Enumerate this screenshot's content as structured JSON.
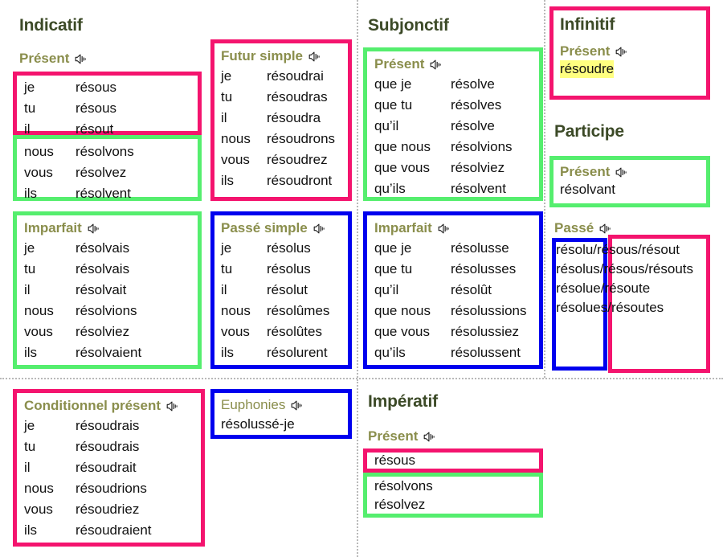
{
  "verb": "résoudre",
  "icon": "speaker-icon",
  "colors": {
    "pink": "#f4146e",
    "green": "#55ee6e",
    "blue": "#0000ee",
    "mood_title": "#3c4a27",
    "tense_heading": "#8a8e4c",
    "highlight": "#ffff80"
  },
  "moods": {
    "indicatif": {
      "title": "Indicatif",
      "present": {
        "label": "Présent",
        "singular": [
          {
            "pronoun": "je",
            "form": "résous"
          },
          {
            "pronoun": "tu",
            "form": "résous"
          },
          {
            "pronoun": "il",
            "form": "résout"
          }
        ],
        "plural": [
          {
            "pronoun": "nous",
            "form": "résolvons"
          },
          {
            "pronoun": "vous",
            "form": "résolvez"
          },
          {
            "pronoun": "ils",
            "form": "résolvent"
          }
        ]
      },
      "imparfait": {
        "label": "Imparfait",
        "rows": [
          {
            "pronoun": "je",
            "form": "résolvais"
          },
          {
            "pronoun": "tu",
            "form": "résolvais"
          },
          {
            "pronoun": "il",
            "form": "résolvait"
          },
          {
            "pronoun": "nous",
            "form": "résolvions"
          },
          {
            "pronoun": "vous",
            "form": "résolviez"
          },
          {
            "pronoun": "ils",
            "form": "résolvaient"
          }
        ]
      },
      "conditionnel": {
        "label": "Conditionnel présent",
        "rows": [
          {
            "pronoun": "je",
            "form": "résoudrais"
          },
          {
            "pronoun": "tu",
            "form": "résoudrais"
          },
          {
            "pronoun": "il",
            "form": "résoudrait"
          },
          {
            "pronoun": "nous",
            "form": "résoudrions"
          },
          {
            "pronoun": "vous",
            "form": "résoudriez"
          },
          {
            "pronoun": "ils",
            "form": "résoudraient"
          }
        ]
      },
      "futur": {
        "label": "Futur simple",
        "rows": [
          {
            "pronoun": "je",
            "form": "résoudrai"
          },
          {
            "pronoun": "tu",
            "form": "résoudras"
          },
          {
            "pronoun": "il",
            "form": "résoudra"
          },
          {
            "pronoun": "nous",
            "form": "résoudrons"
          },
          {
            "pronoun": "vous",
            "form": "résoudrez"
          },
          {
            "pronoun": "ils",
            "form": "résoudront"
          }
        ]
      },
      "passe_simple": {
        "label": "Passé simple",
        "rows": [
          {
            "pronoun": "je",
            "form": "résolus"
          },
          {
            "pronoun": "tu",
            "form": "résolus"
          },
          {
            "pronoun": "il",
            "form": "résolut"
          },
          {
            "pronoun": "nous",
            "form": "résolûmes"
          },
          {
            "pronoun": "vous",
            "form": "résolûtes"
          },
          {
            "pronoun": "ils",
            "form": "résolurent"
          }
        ]
      },
      "euphonies": {
        "label": "Euphonies",
        "rows": [
          {
            "form": "résolussé-je"
          }
        ]
      }
    },
    "subjonctif": {
      "title": "Subjonctif",
      "present": {
        "label": "Présent",
        "rows": [
          {
            "pronoun": "que je",
            "form": "résolve"
          },
          {
            "pronoun": "que tu",
            "form": "résolves"
          },
          {
            "pronoun": "qu’il",
            "form": "résolve"
          },
          {
            "pronoun": "que nous",
            "form": "résolvions"
          },
          {
            "pronoun": "que vous",
            "form": "résolviez"
          },
          {
            "pronoun": "qu’ils",
            "form": "résolvent"
          }
        ]
      },
      "imparfait": {
        "label": "Imparfait",
        "rows": [
          {
            "pronoun": "que je",
            "form": "résolusse"
          },
          {
            "pronoun": "que tu",
            "form": "résolusses"
          },
          {
            "pronoun": "qu’il",
            "form": "résolût"
          },
          {
            "pronoun": "que nous",
            "form": "résolussions"
          },
          {
            "pronoun": "que vous",
            "form": "résolussiez"
          },
          {
            "pronoun": "qu’ils",
            "form": "résolussent"
          }
        ]
      }
    },
    "imperatif": {
      "title": "Impératif",
      "present": {
        "label": "Présent",
        "singular": [
          {
            "form": "résous"
          }
        ],
        "plural": [
          {
            "form": "résolvons"
          },
          {
            "form": "résolvez"
          }
        ]
      }
    },
    "infinitif": {
      "title": "Infinitif",
      "present": {
        "label": "Présent",
        "rows": [
          {
            "form": "résoudre",
            "highlight": true
          }
        ]
      }
    },
    "participe": {
      "title": "Participe",
      "present": {
        "label": "Présent",
        "rows": [
          {
            "form": "résolvant"
          }
        ]
      },
      "passe": {
        "label": "Passé",
        "rows": [
          {
            "form": "résolu/résous/résout"
          },
          {
            "form": "résolus/résous/résouts"
          },
          {
            "form": "résolue/résoute"
          },
          {
            "form": "résolues/résoutes"
          }
        ]
      }
    }
  }
}
